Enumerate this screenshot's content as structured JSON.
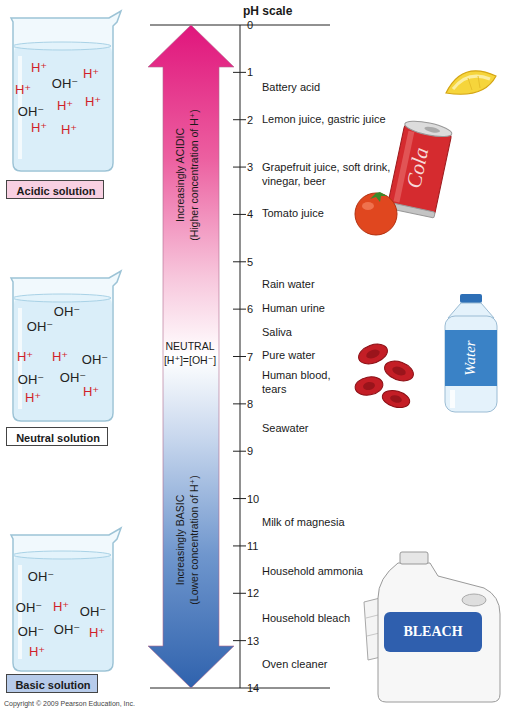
{
  "diagram": {
    "title": "pH scale",
    "nodes": [
      {
        "text": [
          "H⁺",
          "H⁺",
          "H⁺",
          "OH⁻",
          "H⁺",
          "OH⁻",
          "H⁺",
          "H⁺",
          "H⁺"
        ]
      },
      {
        "text": [
          "Acidic solution"
        ]
      },
      {
        "text": [
          "Increasingly ACIDIC",
          "(Higher concentration of H⁺)",
          "NEUTRAL",
          "[H⁺]=[OH⁻]",
          "Increasingly BASIC",
          "(Lower concentration of H⁺)"
        ]
      },
      {
        "text": [
          "OH⁻",
          "OH⁻",
          "H⁺",
          "H⁺",
          "OH⁻",
          "OH⁻",
          "OH⁻",
          "H⁺",
          "H⁺"
        ]
      },
      {
        "text": [
          "Neutral solution"
        ]
      },
      {
        "text": [
          "OH⁻",
          "OH⁻",
          "H⁺",
          "OH⁻",
          "OH⁻",
          "OH⁻",
          "H⁺",
          "H⁺"
        ]
      },
      {
        "text": [
          "Basic solution"
        ]
      }
    ],
    "labels": [
      "0",
      "1",
      "2",
      "3",
      "4",
      "5",
      "6",
      "7",
      "8",
      "9",
      "10",
      "11",
      "12",
      "13",
      "14",
      "Battery acid",
      "Lemon juice, gastric juice",
      "Grapefruit juice, soft drink, vinegar, beer",
      "Tomato juice",
      "Rain water",
      "Human urine",
      "Saliva",
      "Pure water",
      "Human blood, tears",
      "Seawater",
      "Milk of magnesia",
      "Household ammonia",
      "Household bleach",
      "Oven cleaner",
      "Cola",
      "Water",
      "BLEACH",
      "Copyright © 2009 Pearson Education, Inc."
    ]
  }
}
